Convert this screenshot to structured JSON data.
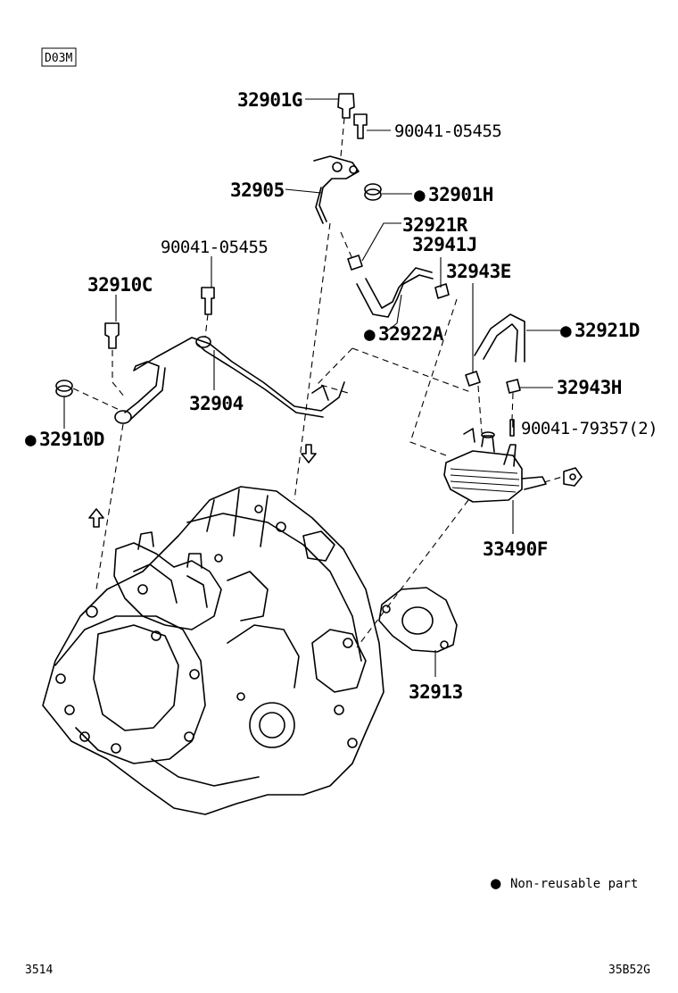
{
  "diagram": {
    "header_code": "D03M",
    "footer_left": "3514",
    "footer_right": "35B52G",
    "legend": {
      "symbol": "●",
      "text": "Non-reusable part"
    },
    "labels": [
      {
        "id": "p32901G",
        "text": "32901G",
        "nonreusable": false
      },
      {
        "id": "p90041a",
        "text": "90041-05455",
        "nonreusable": false
      },
      {
        "id": "p32905",
        "text": "32905",
        "nonreusable": false
      },
      {
        "id": "p32901H",
        "text": "32901H",
        "nonreusable": true
      },
      {
        "id": "p32921R",
        "text": "32921R",
        "nonreusable": false
      },
      {
        "id": "p32941J",
        "text": "32941J",
        "nonreusable": false
      },
      {
        "id": "p90041b",
        "text": "90041-05455",
        "nonreusable": false
      },
      {
        "id": "p32943E",
        "text": "32943E",
        "nonreusable": false
      },
      {
        "id": "p32910C",
        "text": "32910C",
        "nonreusable": false
      },
      {
        "id": "p32922A",
        "text": "32922A",
        "nonreusable": true
      },
      {
        "id": "p32921D",
        "text": "32921D",
        "nonreusable": true
      },
      {
        "id": "p32943H",
        "text": "32943H",
        "nonreusable": false
      },
      {
        "id": "p32904",
        "text": "32904",
        "nonreusable": false
      },
      {
        "id": "p32910D",
        "text": "32910D",
        "nonreusable": true
      },
      {
        "id": "p90041c",
        "text": "90041-79357(2)",
        "nonreusable": false
      },
      {
        "id": "p33490F",
        "text": "33490F",
        "nonreusable": false
      },
      {
        "id": "p32913",
        "text": "32913",
        "nonreusable": false
      }
    ]
  }
}
